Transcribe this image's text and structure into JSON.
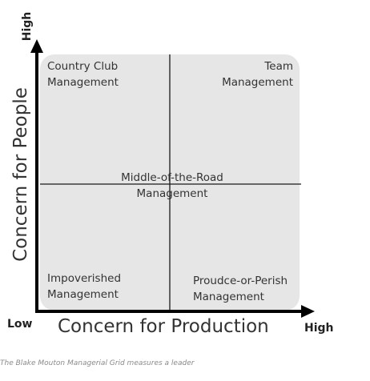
{
  "diagram": {
    "quadrants": {
      "top_left": "Country Club\nManagement",
      "top_right": "Team\nManagement",
      "center": "Middle-of-the-Road\nManagement",
      "bottom_left": "Impoverished\nManagement",
      "bottom_right": "Proudce-or-Perish\nManagement"
    },
    "x_axis": {
      "title": "Concern for Production",
      "low_label": "Low",
      "high_label": "High"
    },
    "y_axis": {
      "title": "Concern for People",
      "high_label": "High"
    },
    "caption": "The Blake Mouton Managerial Grid measures a leader",
    "colors": {
      "panel": "#e6e6e6",
      "axis": "#000000",
      "divider": "#1a1a1a",
      "text": "#333333",
      "caption": "#8a8a8a"
    }
  }
}
